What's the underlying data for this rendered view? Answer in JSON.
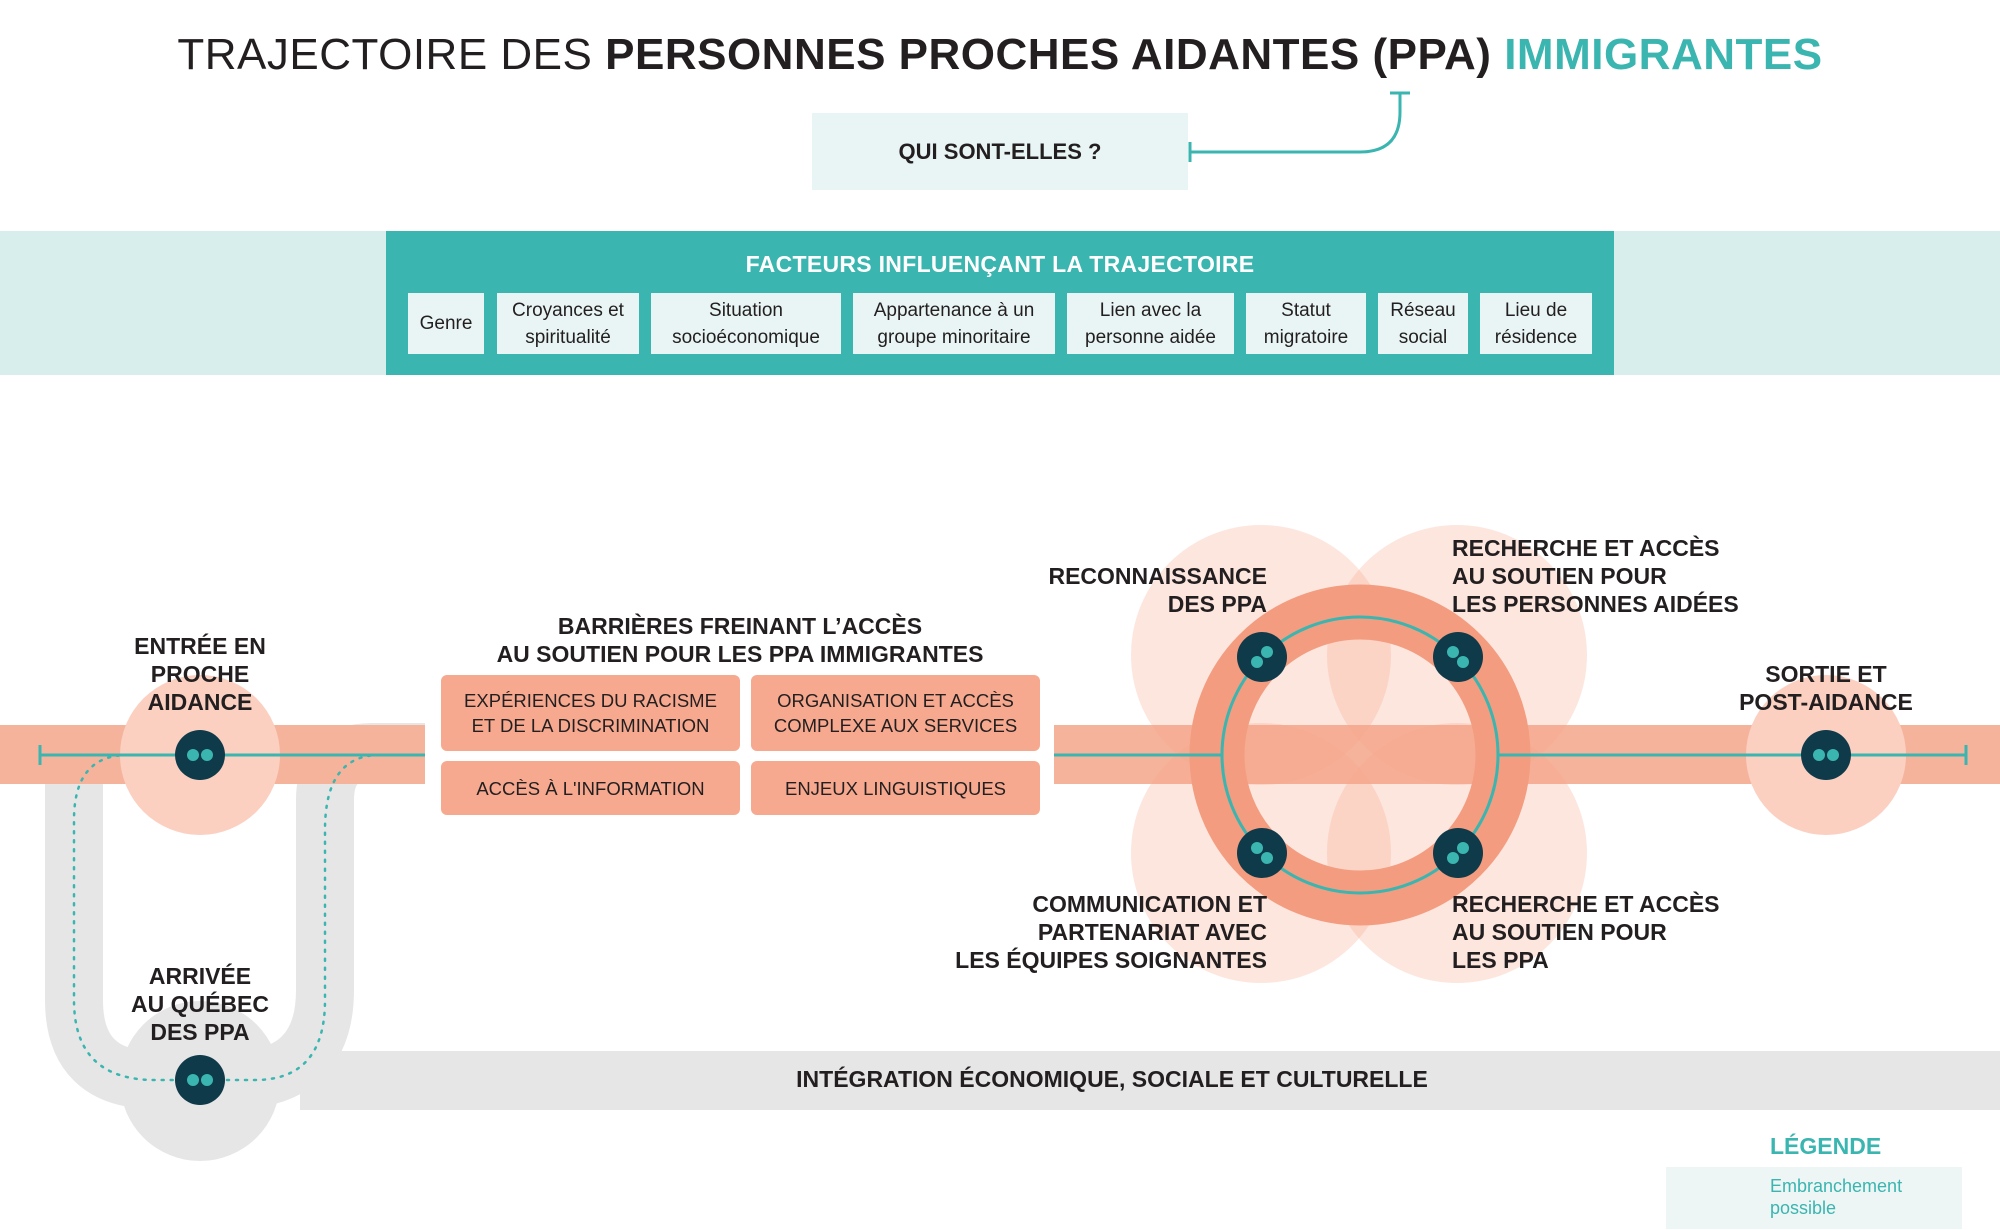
{
  "title": {
    "part1": "TRAJECTOIRE DES",
    "part2": "PERSONNES PROCHES AIDANTES (PPA)",
    "part3": "IMMIGRANTES"
  },
  "qui": "QUI SONT-ELLES ?",
  "factors": {
    "title": "FACTEURS INFLUENÇANT LA TRAJECTOIRE",
    "items": [
      "Genre",
      "Croyances et\nspiritualité",
      "Situation\nsocioéconomique",
      "Appartenance à un\ngroupe minoritaire",
      "Lien avec la\npersonne aidée",
      "Statut\nmigratoire",
      "Réseau\nsocial",
      "Lieu de\nrésidence"
    ]
  },
  "stages": {
    "entree": "ENTRÉE EN\nPROCHE\nAIDANCE",
    "arrivee": "ARRIVÉE\nAU QUÉBEC\nDES PPA",
    "sortie": "SORTIE ET\nPOST-AIDANCE"
  },
  "barriers": {
    "title": "BARRIÈRES FREINANT L’ACCÈS\nAU SOUTIEN POUR LES PPA IMMIGRANTES",
    "items": [
      "EXPÉRIENCES DU RACISME\nET DE LA DISCRIMINATION",
      "ORGANISATION ET ACCÈS\nCOMPLEXE AUX SERVICES",
      "ACCÈS À L'INFORMATION",
      "ENJEUX LINGUISTIQUES"
    ]
  },
  "cycle": {
    "reconnaissance": "RECONNAISSANCE\nDES PPA",
    "recherche_aidees": "RECHERCHE ET ACCÈS\nAU SOUTIEN POUR\nLES PERSONNES AIDÉES",
    "communication": "COMMUNICATION ET\nPARTENARIAT AVEC\nLES ÉQUIPES SOIGNANTES",
    "recherche_ppa": "RECHERCHE ET ACCÈS\nAU SOUTIEN POUR\nLES PPA"
  },
  "integration": "INTÉGRATION ÉCONOMIQUE, SOCIALE ET CULTURELLE",
  "legend": {
    "title": "LÉGENDE",
    "item": "Embranchement\npossible"
  },
  "colors": {
    "teal": "#3ab5b0",
    "dark_node": "#0e3a4a",
    "salmon": "#f6a98f",
    "salmon_light": "#fde3d8",
    "grey_track": "#e6e6e6"
  }
}
